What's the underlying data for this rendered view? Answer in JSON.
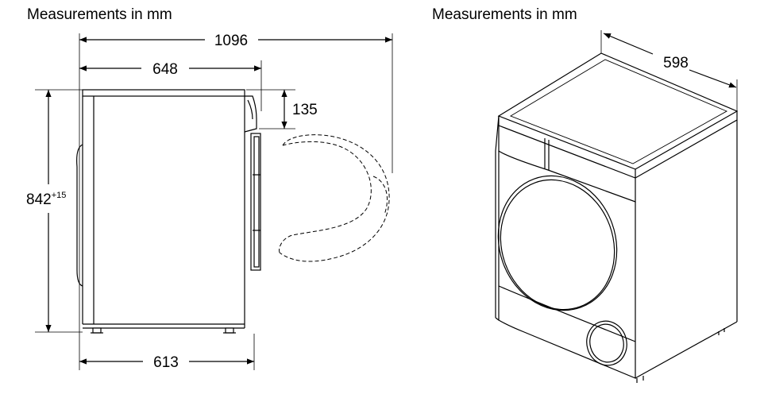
{
  "side_view": {
    "title": "Measurements in mm",
    "dimensions": {
      "total_depth_door_open": "1096",
      "depth_with_door": "648",
      "control_panel_offset": "135",
      "height": "842",
      "height_tolerance": "+15",
      "depth_body": "613"
    }
  },
  "iso_view": {
    "title": "Measurements in mm",
    "dimensions": {
      "width": "598"
    }
  }
}
